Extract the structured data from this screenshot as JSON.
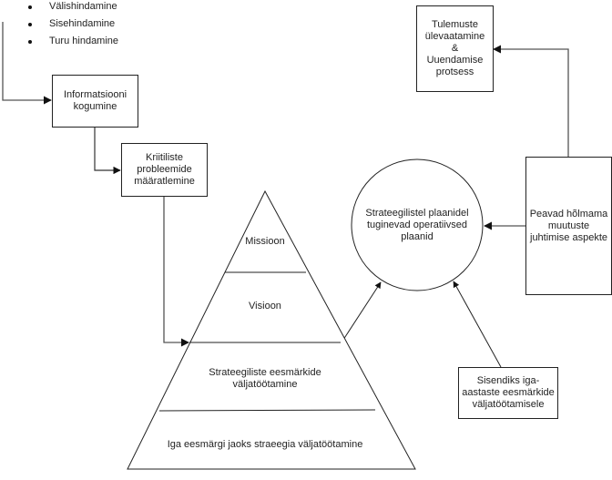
{
  "bullet_list": {
    "items": [
      "Välishindamine",
      "Sisehindamine",
      "Turu hindamine"
    ]
  },
  "boxes": {
    "info_collection": "Informatsiooni kogumine",
    "critical_problems": "Kriitiliste probleemide määratlemine",
    "results_review": "Tulemuste ülevaatamine & Uuendamise protsess",
    "change_management": "Peavad hõlmama muutuste juhtimise aspekte",
    "annual_goals_input": "Sisendiks iga-aastaste eesmärkide väljatöötamisele"
  },
  "circle": {
    "label": "Strateegilistel plaanidel tuginevad operatiivsed plaanid"
  },
  "pyramid": {
    "levels": [
      "Missioon",
      "Visioon",
      "Strateegiliste eesmärkide väljatöötamine",
      "Iga eesmärgi jaoks straeegia väljatöötamine"
    ]
  },
  "colors": {
    "stroke": "#222222",
    "connector": "#555555",
    "background": "#ffffff"
  }
}
